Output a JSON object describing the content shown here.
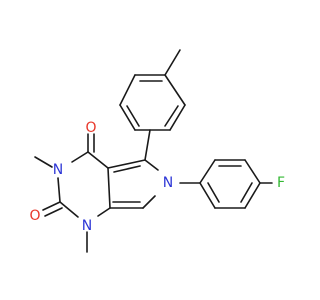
{
  "molecule": {
    "atoms": {
      "o_top": "O",
      "o_left": "O",
      "n3": "N",
      "n1": "N",
      "n6": "N",
      "f": "F"
    },
    "colors": {
      "bond": "#1a1a1a",
      "oxygen": "#e8372a",
      "nitrogen": "#2d36d6",
      "fluorine": "#33b833"
    }
  }
}
